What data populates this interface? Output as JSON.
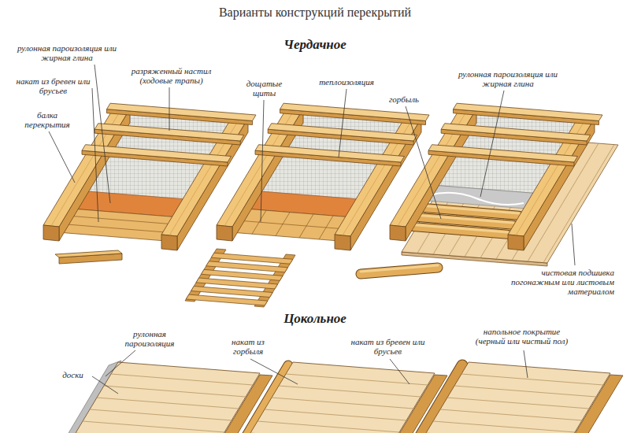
{
  "diagram": {
    "title": "Варианты конструкций перекрытий",
    "labels": [
      "Чердачное",
      "рулонная пароизоляция или жирная глина",
      "накат из бревен или брусьев",
      "балка перекрытия",
      "разряженный настил (ходовые трапы)",
      "дощатые щиты",
      "теплоизоляция",
      "горбыль",
      "рулонная пароизоляция или жирная глина",
      "чистовая подшивка погонажным или листовым материалом",
      "Цокольное",
      "рулонная пароизоляция",
      "доски",
      "накат из горбыля",
      "накат из бревен или брусьев",
      "напольное покрытие (черный или чистый пол)"
    ]
  }
}
